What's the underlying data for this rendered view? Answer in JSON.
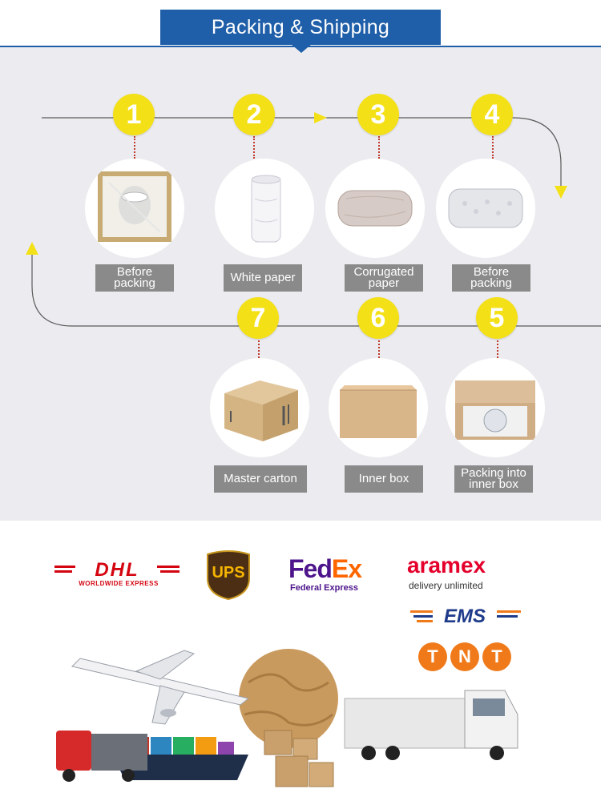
{
  "header": {
    "title": "Packing & Shipping"
  },
  "steps": [
    {
      "number": "1",
      "label": "Before\npacking"
    },
    {
      "number": "2",
      "label": "White paper"
    },
    {
      "number": "3",
      "label": "Corrugated\npaper"
    },
    {
      "number": "4",
      "label": "Before\npacking"
    },
    {
      "number": "5",
      "label": "Packing into\ninner box"
    },
    {
      "number": "6",
      "label": "Inner box"
    },
    {
      "number": "7",
      "label": "Master carton"
    }
  ],
  "carriers": {
    "dhl": {
      "name": "DHL",
      "tagline": "WORLDWIDE EXPRESS"
    },
    "ups": {
      "name": "UPS"
    },
    "fedex": {
      "name_fed": "Fed",
      "name_ex": "Ex",
      "tagline": "Federal Express"
    },
    "aramex": {
      "name": "aramex",
      "tagline": "delivery unlimited"
    },
    "ems": {
      "name": "EMS"
    },
    "tnt": {
      "letter1": "T",
      "letter2": "N",
      "letter3": "T"
    }
  },
  "colors": {
    "banner_blue": "#1f5ea8",
    "badge_yellow": "#f4e017",
    "label_gray": "#8a8a8a",
    "dhl_red": "#d40511",
    "fedex_purple": "#4d148c",
    "fedex_orange": "#ff6600",
    "aramex_red": "#e4002b",
    "ems_orange": "#f07a1a"
  }
}
